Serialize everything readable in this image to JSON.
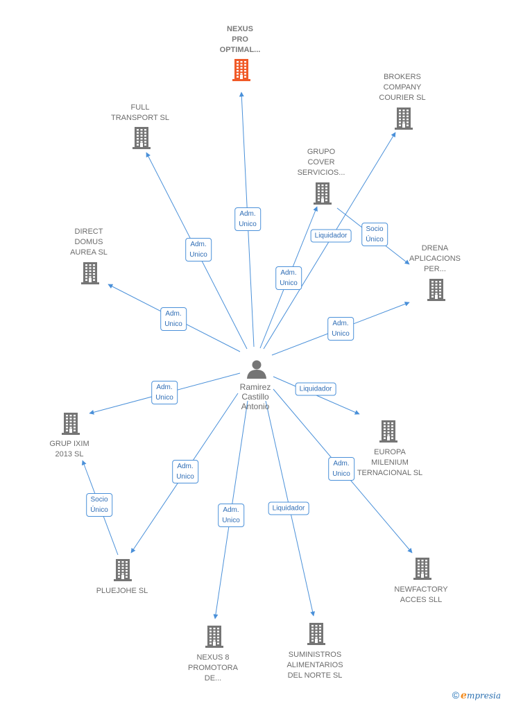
{
  "center": {
    "name": "Ramirez\nCastillo\nAntonio",
    "icon": "person-icon"
  },
  "colors": {
    "edge": "#4a90d9",
    "company": "#757575",
    "highlight": "#f05a28"
  },
  "nodes": [
    {
      "id": "nexus-pro",
      "label": "NEXUS\nPRO\nOPTIMAL...",
      "highlight": true
    },
    {
      "id": "brokers",
      "label": "BROKERS\nCOMPANY\nCOURIER SL"
    },
    {
      "id": "full-transport",
      "label": "FULL\nTRANSPORT SL"
    },
    {
      "id": "grupo-cover",
      "label": "GRUPO\nCOVER\nSERVICIOS..."
    },
    {
      "id": "direct-domus",
      "label": "DIRECT\nDOMUS\nAUREA SL"
    },
    {
      "id": "drena",
      "label": "DRENA\nAPLICACIONS\nPER..."
    },
    {
      "id": "grup-ixim",
      "label": "GRUP IXIM\n2013 SL"
    },
    {
      "id": "europa",
      "label": "EUROPA\nMILENIUM\nTERNACIONAL SL"
    },
    {
      "id": "pluejohe",
      "label": "PLUEJOHE SL"
    },
    {
      "id": "newfactory",
      "label": "NEWFACTORY\nACCES SLL"
    },
    {
      "id": "nexus-8",
      "label": "NEXUS 8\nPROMOTORA\nDE..."
    },
    {
      "id": "suministros",
      "label": "SUMINISTROS\nALIMENTARIOS\nDEL NORTE  SL"
    }
  ],
  "edges": [
    {
      "to": "nexus-pro",
      "label": "Adm.\nUnico"
    },
    {
      "to": "full-transport",
      "label": "Adm.\nUnico"
    },
    {
      "to": "grupo-cover",
      "label": "Adm.\nUnico"
    },
    {
      "to": "brokers",
      "label": "Liquidador"
    },
    {
      "to": "direct-domus",
      "label": "Adm.\nUnico"
    },
    {
      "to": "drena",
      "label": "Adm.\nUnico"
    },
    {
      "to": "grup-ixim",
      "label": "Adm.\nUnico"
    },
    {
      "to": "europa",
      "label": "Liquidador"
    },
    {
      "to": "pluejohe",
      "label": "Adm.\nUnico"
    },
    {
      "to": "newfactory",
      "label": "Adm.\nUnico"
    },
    {
      "to": "nexus-8",
      "label": "Adm.\nUnico"
    },
    {
      "to": "suministros",
      "label": "Liquidador"
    },
    {
      "from": "grupo-cover",
      "to": "drena",
      "label": "Socio\nÚnico"
    },
    {
      "from": "pluejohe",
      "to": "grup-ixim",
      "label": "Socio\nÚnico"
    }
  ],
  "footer": {
    "copyright": "©",
    "brand_initial": "e",
    "brand_rest": "mpresia"
  }
}
